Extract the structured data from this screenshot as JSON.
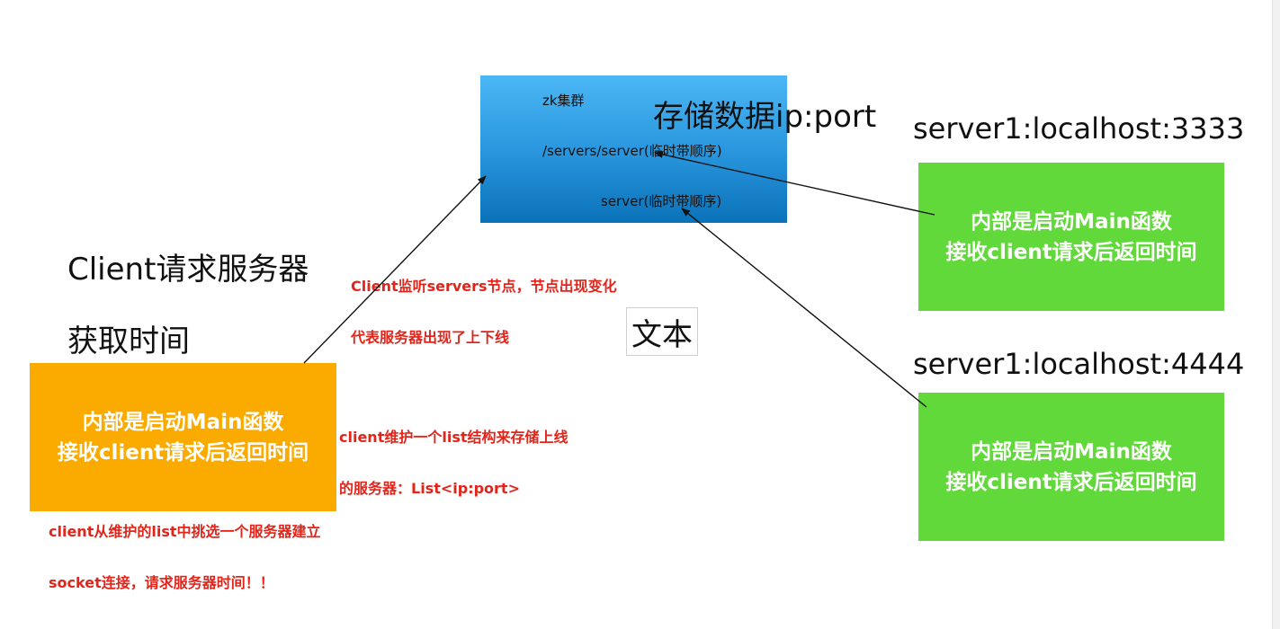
{
  "zk": {
    "title": "zk集群",
    "storage": "存储数据ip:port",
    "node1": "/servers/server(临时带顺序)",
    "node2": "server(临时带顺序)"
  },
  "client": {
    "heading_line1": "Client请求服务器",
    "heading_line2": "获取时间",
    "box_line1": "内部是启动Main函数",
    "box_line2": "接收client请求后返回时间"
  },
  "servers": [
    {
      "label": "server1:localhost:3333",
      "box_line1": "内部是启动Main函数",
      "box_line2": "接收client请求后返回时间"
    },
    {
      "label": "server1:localhost:4444",
      "box_line1": "内部是启动Main函数",
      "box_line2": "接收client请求后返回时间"
    }
  ],
  "notes": {
    "watch_line1": "Client监听servers节点，节点出现变化",
    "watch_line2": "代表服务器出现了上下线",
    "list_line1": "client维护一个list结构来存储上线",
    "list_line2": "的服务器：List<ip:port>",
    "pick_line1": "client从维护的list中挑选一个服务器建立",
    "pick_line2": "socket连接，请求服务器时间！！"
  },
  "text_box": "文本",
  "colors": {
    "zk_box": "#2a97de",
    "server_box": "#62d93a",
    "client_box": "#fbab00",
    "note_text": "#e1251b",
    "box_text": "#ffffff"
  }
}
